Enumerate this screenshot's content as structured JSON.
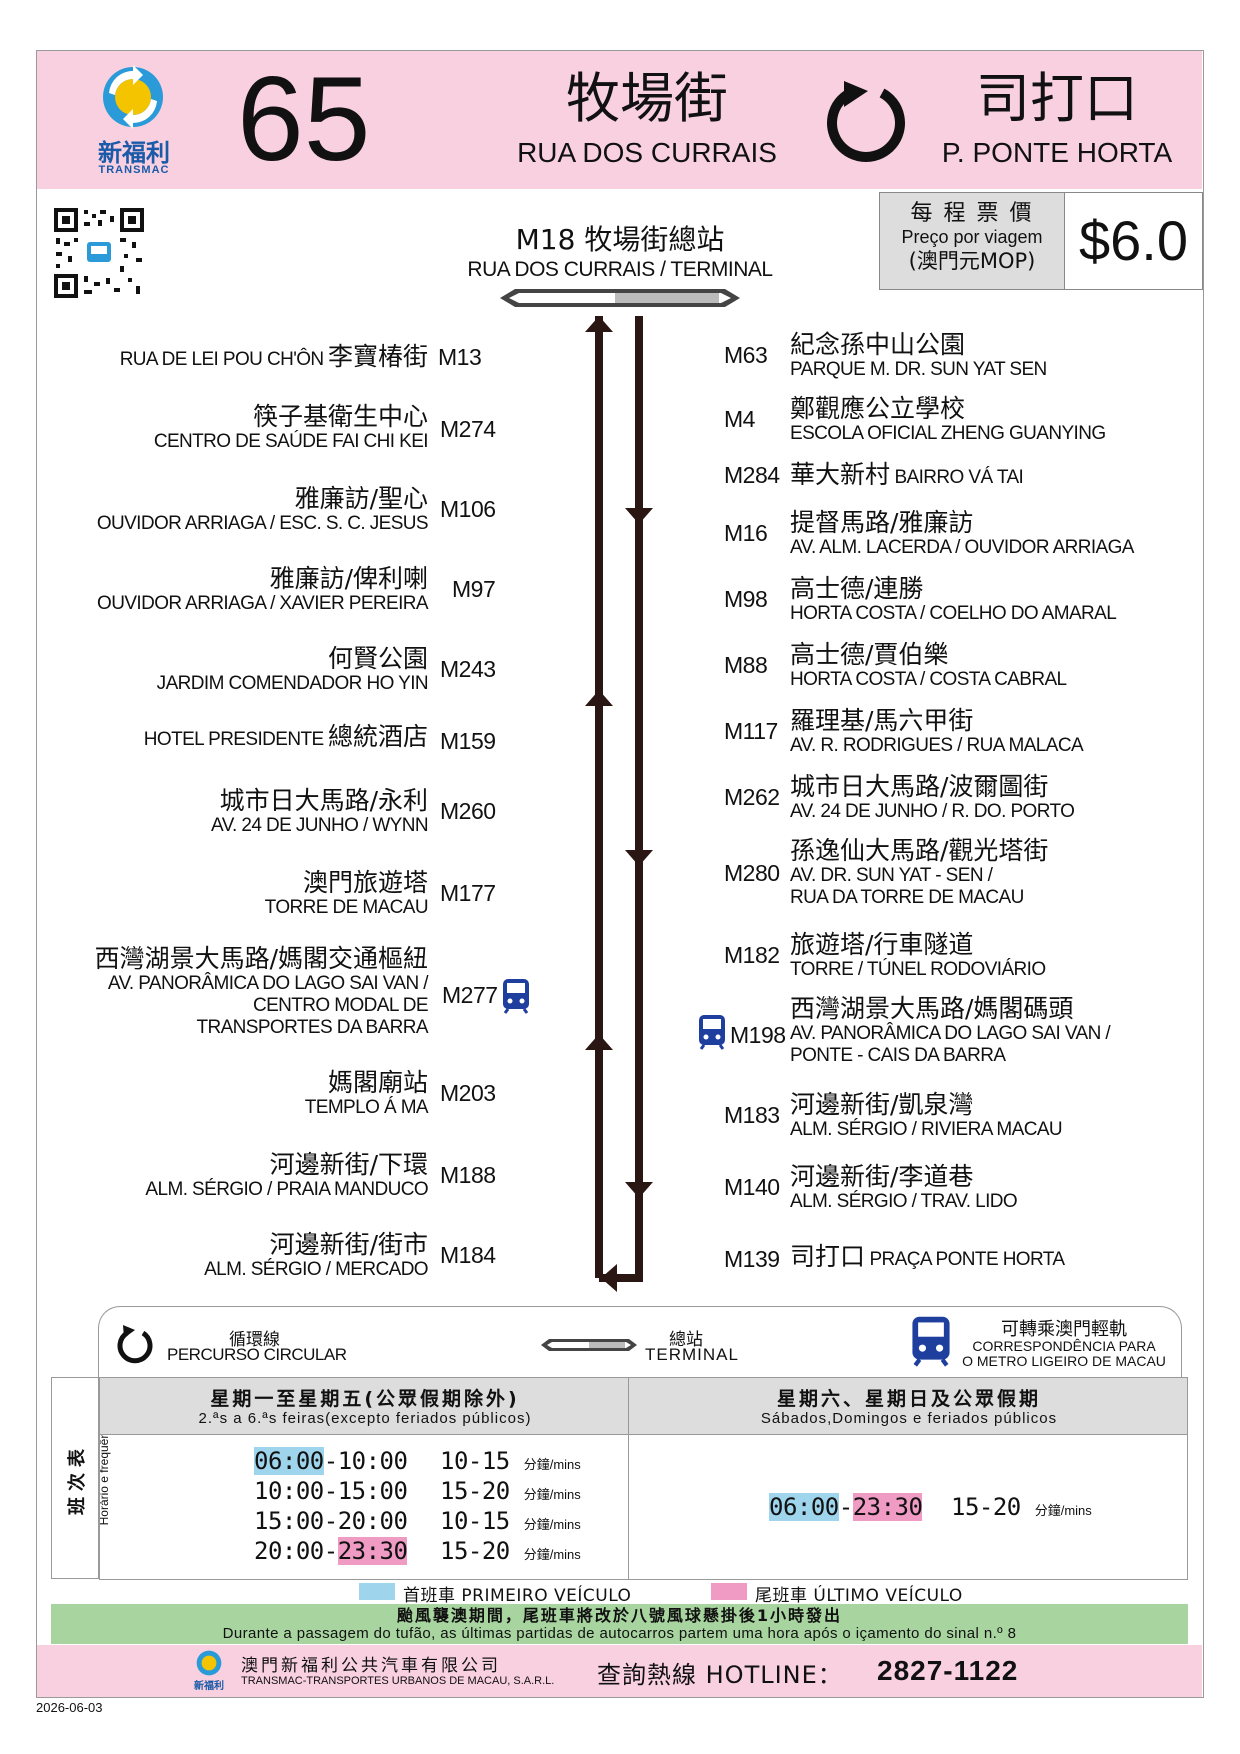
{
  "header": {
    "logo_cn": "新福利",
    "logo_en": "TRANSMAC",
    "route_number": "65",
    "origin_cn": "牧場街",
    "origin_pt": "RUA DOS CURRAIS",
    "dest_cn": "司打口",
    "dest_pt": "P. PONTE HORTA"
  },
  "fare": {
    "label_cn": "每 程 票 價",
    "label_pt": "Preço por viagem",
    "currency": "(澳門元MOP)",
    "amount": "$6.0"
  },
  "terminal": {
    "code_cn": "M18 牧場街總站",
    "pt": "RUA DOS CURRAIS / TERMINAL"
  },
  "left_stops": [
    {
      "code": "M13",
      "cn": "李寶椿街",
      "pt": "RUA DE LEI POU CH'ÔN"
    },
    {
      "code": "M274",
      "cn": "筷子基衛生中心",
      "pt": "CENTRO DE SAÚDE FAI CHI KEI"
    },
    {
      "code": "M106",
      "cn": "雅廉訪/聖心",
      "pt": "OUVIDOR ARRIAGA / ESC. S. C. JESUS"
    },
    {
      "code": "M97",
      "cn": "雅廉訪/俾利喇",
      "pt": "OUVIDOR ARRIAGA / XAVIER PEREIRA"
    },
    {
      "code": "M243",
      "cn": "何賢公園",
      "pt": "JARDIM COMENDADOR HO YIN"
    },
    {
      "code": "M159",
      "cn": "總統酒店",
      "pt": "HOTEL PRESIDENTE"
    },
    {
      "code": "M260",
      "cn": "城市日大馬路/永利",
      "pt": "AV. 24 DE JUNHO / WYNN"
    },
    {
      "code": "M177",
      "cn": "澳門旅遊塔",
      "pt": "TORRE DE MACAU"
    },
    {
      "code": "M277",
      "cn": "西灣湖景大馬路/媽閣交通樞紐",
      "pt1": "AV. PANORÂMICA DO LAGO SAI VAN /",
      "pt2": "CENTRO MODAL DE",
      "pt3": "TRANSPORTES DA BARRA"
    },
    {
      "code": "M203",
      "cn": "媽閣廟站",
      "pt": "TEMPLO Á MA"
    },
    {
      "code": "M188",
      "cn": "河邊新街/下環",
      "pt": "ALM. SÉRGIO / PRAIA MANDUCO"
    },
    {
      "code": "M184",
      "cn": "河邊新街/街市",
      "pt": "ALM. SÉRGIO / MERCADO"
    }
  ],
  "right_stops": [
    {
      "code": "M63",
      "cn": "紀念孫中山公園",
      "pt": "PARQUE M. DR. SUN YAT SEN"
    },
    {
      "code": "M4",
      "cn": "鄭觀應公立學校",
      "pt": "ESCOLA OFICIAL ZHENG GUANYING"
    },
    {
      "code": "M284",
      "cn": "華大新村",
      "pt": "BAIRRO VÁ TAI"
    },
    {
      "code": "M16",
      "cn": "提督馬路/雅廉訪",
      "pt": "AV. ALM. LACERDA / OUVIDOR ARRIAGA"
    },
    {
      "code": "M98",
      "cn": "高士德/連勝",
      "pt": "HORTA COSTA / COELHO DO AMARAL"
    },
    {
      "code": "M88",
      "cn": "高士德/賈伯樂",
      "pt": "HORTA COSTA / COSTA CABRAL"
    },
    {
      "code": "M117",
      "cn": "羅理基/馬六甲街",
      "pt": "AV. R. RODRIGUES / RUA MALACA"
    },
    {
      "code": "M262",
      "cn": "城市日大馬路/波爾圖街",
      "pt": "AV. 24 DE JUNHO / R. DO. PORTO"
    },
    {
      "code": "M280",
      "cn": "孫逸仙大馬路/觀光塔街",
      "pt1": "AV. DR. SUN YAT - SEN /",
      "pt2": "RUA DA TORRE DE MACAU"
    },
    {
      "code": "M182",
      "cn": "旅遊塔/行車隧道",
      "pt": "TORRE / TÚNEL RODOVIÁRIO"
    },
    {
      "code": "M198",
      "cn": "西灣湖景大馬路/媽閣碼頭",
      "pt1": "AV. PANORÂMICA DO LAGO SAI VAN /",
      "pt2": "PONTE - CAIS DA BARRA"
    },
    {
      "code": "M183",
      "cn": "河邊新街/凱泉灣",
      "pt": "ALM. SÉRGIO / RIVIERA MACAU"
    },
    {
      "code": "M140",
      "cn": "河邊新街/李道巷",
      "pt": "ALM. SÉRGIO / TRAV. LIDO"
    },
    {
      "code": "M139",
      "cn": "司打口",
      "pt": "PRAÇA PONTE HORTA"
    }
  ],
  "legend": {
    "circular_cn": "循環線",
    "circular_pt": "PERCURSO CIRCULAR",
    "terminal_cn": "總站",
    "terminal_pt": "TERMINAL",
    "metro_cn": "可轉乘澳門輕軌",
    "metro_pt1": "CORRESPONDÊNCIA PARA",
    "metro_pt2": "O METRO LIGEIRO DE MACAU"
  },
  "schedule": {
    "side_cn": "班次表",
    "side_pt": "Horário e frequência",
    "weekday_cn": "星期一至星期五(公眾假期除外)",
    "weekday_pt": "2.ªs a 6.ªs feiras(excepto feriados públicos)",
    "weekend_cn": "星期六、星期日及公眾假期",
    "weekend_pt": "Sábados,Domingos e feriados públicos",
    "unit": "分鐘/mins",
    "weekday_rows": [
      {
        "start": "06:00",
        "end": "10:00",
        "freq": "10-15"
      },
      {
        "start": "10:00",
        "end": "15:00",
        "freq": "15-20"
      },
      {
        "start": "15:00",
        "end": "20:00",
        "freq": "10-15"
      },
      {
        "start": "20:00",
        "end": "23:30",
        "freq": "15-20"
      }
    ],
    "weekend_row": {
      "start": "06:00",
      "end": "23:30",
      "freq": "15-20"
    },
    "first_bus": "首班車 PRIMEIRO VEÍCULO",
    "last_bus": "尾班車 ÚLTIMO VEÍCULO",
    "first_color": "#9fd5ec",
    "last_color": "#ef9bc4"
  },
  "typhoon": {
    "cn": "颱風襲澳期間，尾班車將改於八號風球懸掛後1小時發出",
    "pt": "Durante a passagem do tufão, as últimas partidas de autocarros partem uma hora após o içamento do sinal n.º 8"
  },
  "footer": {
    "company_cn": "澳門新福利公共汽車有限公司",
    "company_pt": "TRANSMAC-TRANSPORTES URBANOS DE MACAU, S.A.R.L.",
    "hotline_label": "查詢熱線 HOTLINE：",
    "hotline_number": "2827-1122",
    "date": "2026-06-03"
  },
  "colors": {
    "header_pink": "#f8d0df",
    "brand_blue": "#1a5aa8",
    "typhoon_green": "#a8d4a0",
    "metro_blue": "#1f3f9f"
  }
}
